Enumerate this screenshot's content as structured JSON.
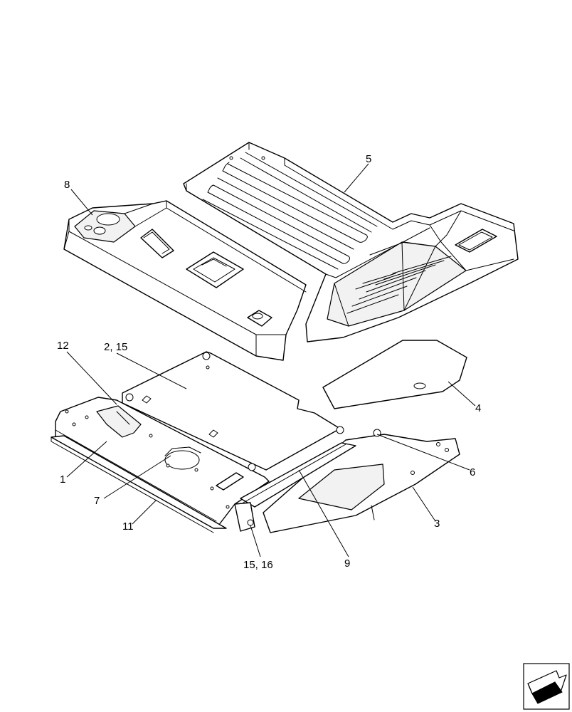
{
  "callouts": {
    "c8": "8",
    "c5": "5",
    "c12": "12",
    "c2_15": "2, 15",
    "c4": "4",
    "c6": "6",
    "c1": "1",
    "c7": "7",
    "c11": "11",
    "c3": "3",
    "c15_16": "15, 16",
    "c9": "9"
  },
  "nav_icon": "next-page-arrow-icon"
}
